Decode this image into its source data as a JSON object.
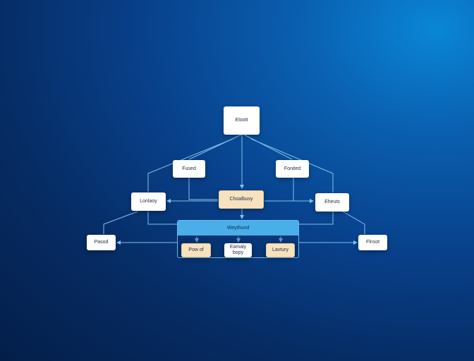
{
  "diagram": {
    "nodes": {
      "root": "Eloott",
      "left_branch": "Fused",
      "right_branch": "Fonited",
      "far_left": "Lonlaoy",
      "center": "Choalbusy",
      "far_right": "Eheuts",
      "edge_left": "Pasod",
      "edge_right": "Flnsot",
      "group_header": "Weythund",
      "group_left": "Pow of",
      "group_middle": "Eamaly bopy",
      "group_right": "Lavtury"
    },
    "colors": {
      "background_light": "#0a86d6",
      "background_dark": "#041e49",
      "node_fill": "#ffffff",
      "accent_fill": "#f7e2bf",
      "group_header": "#4aaee8",
      "connector": "#8fd0f6"
    }
  }
}
